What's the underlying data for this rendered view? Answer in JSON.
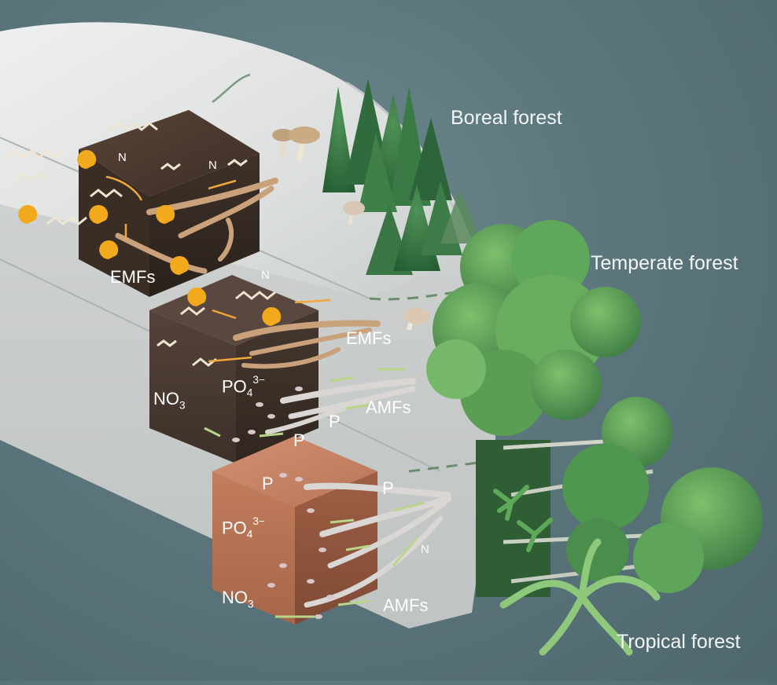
{
  "biomes": {
    "boreal": "Boreal forest",
    "temperate": "Temperate forest",
    "tropical": "Tropical forest"
  },
  "labels": {
    "n_top_left": "N",
    "n_top_right": "N",
    "emfs_boreal": "EMFs",
    "n_temperate": "N",
    "emfs_temperate": "EMFs",
    "no3_temperate_base": "NO",
    "no3_temperate_sub": "3",
    "po4_temperate_base": "PO",
    "po4_temperate_sub": "4",
    "po4_temperate_sup": "3−",
    "amfs_temperate": "AMFs",
    "p_temperate_1": "P",
    "p_temperate_2": "P",
    "p_tropical_1": "P",
    "p_tropical_2": "P",
    "po4_tropical_base": "PO",
    "po4_tropical_sub": "4",
    "po4_tropical_sup": "3−",
    "n_tropical": "N",
    "no3_tropical_base": "NO",
    "no3_tropical_sub": "3",
    "amfs_tropical": "AMFs"
  },
  "colors": {
    "background": "#5b767c",
    "dome": "#e4e6e5",
    "boreal_soil": "#3e3128",
    "temperate_soil": "#4a3a30",
    "tropical_soil": "#b06f50",
    "ectomycorrhiza": "#c9a27b",
    "arbuscular_mycorrhiza": "#d9d6d3",
    "enzyme": "#f2a91c",
    "nutrient_arrow": "#b9d58a",
    "enzyme_arrow": "#f0a63a",
    "foliage_dark": "#2f6b3c",
    "foliage_light": "#5fa75a"
  }
}
